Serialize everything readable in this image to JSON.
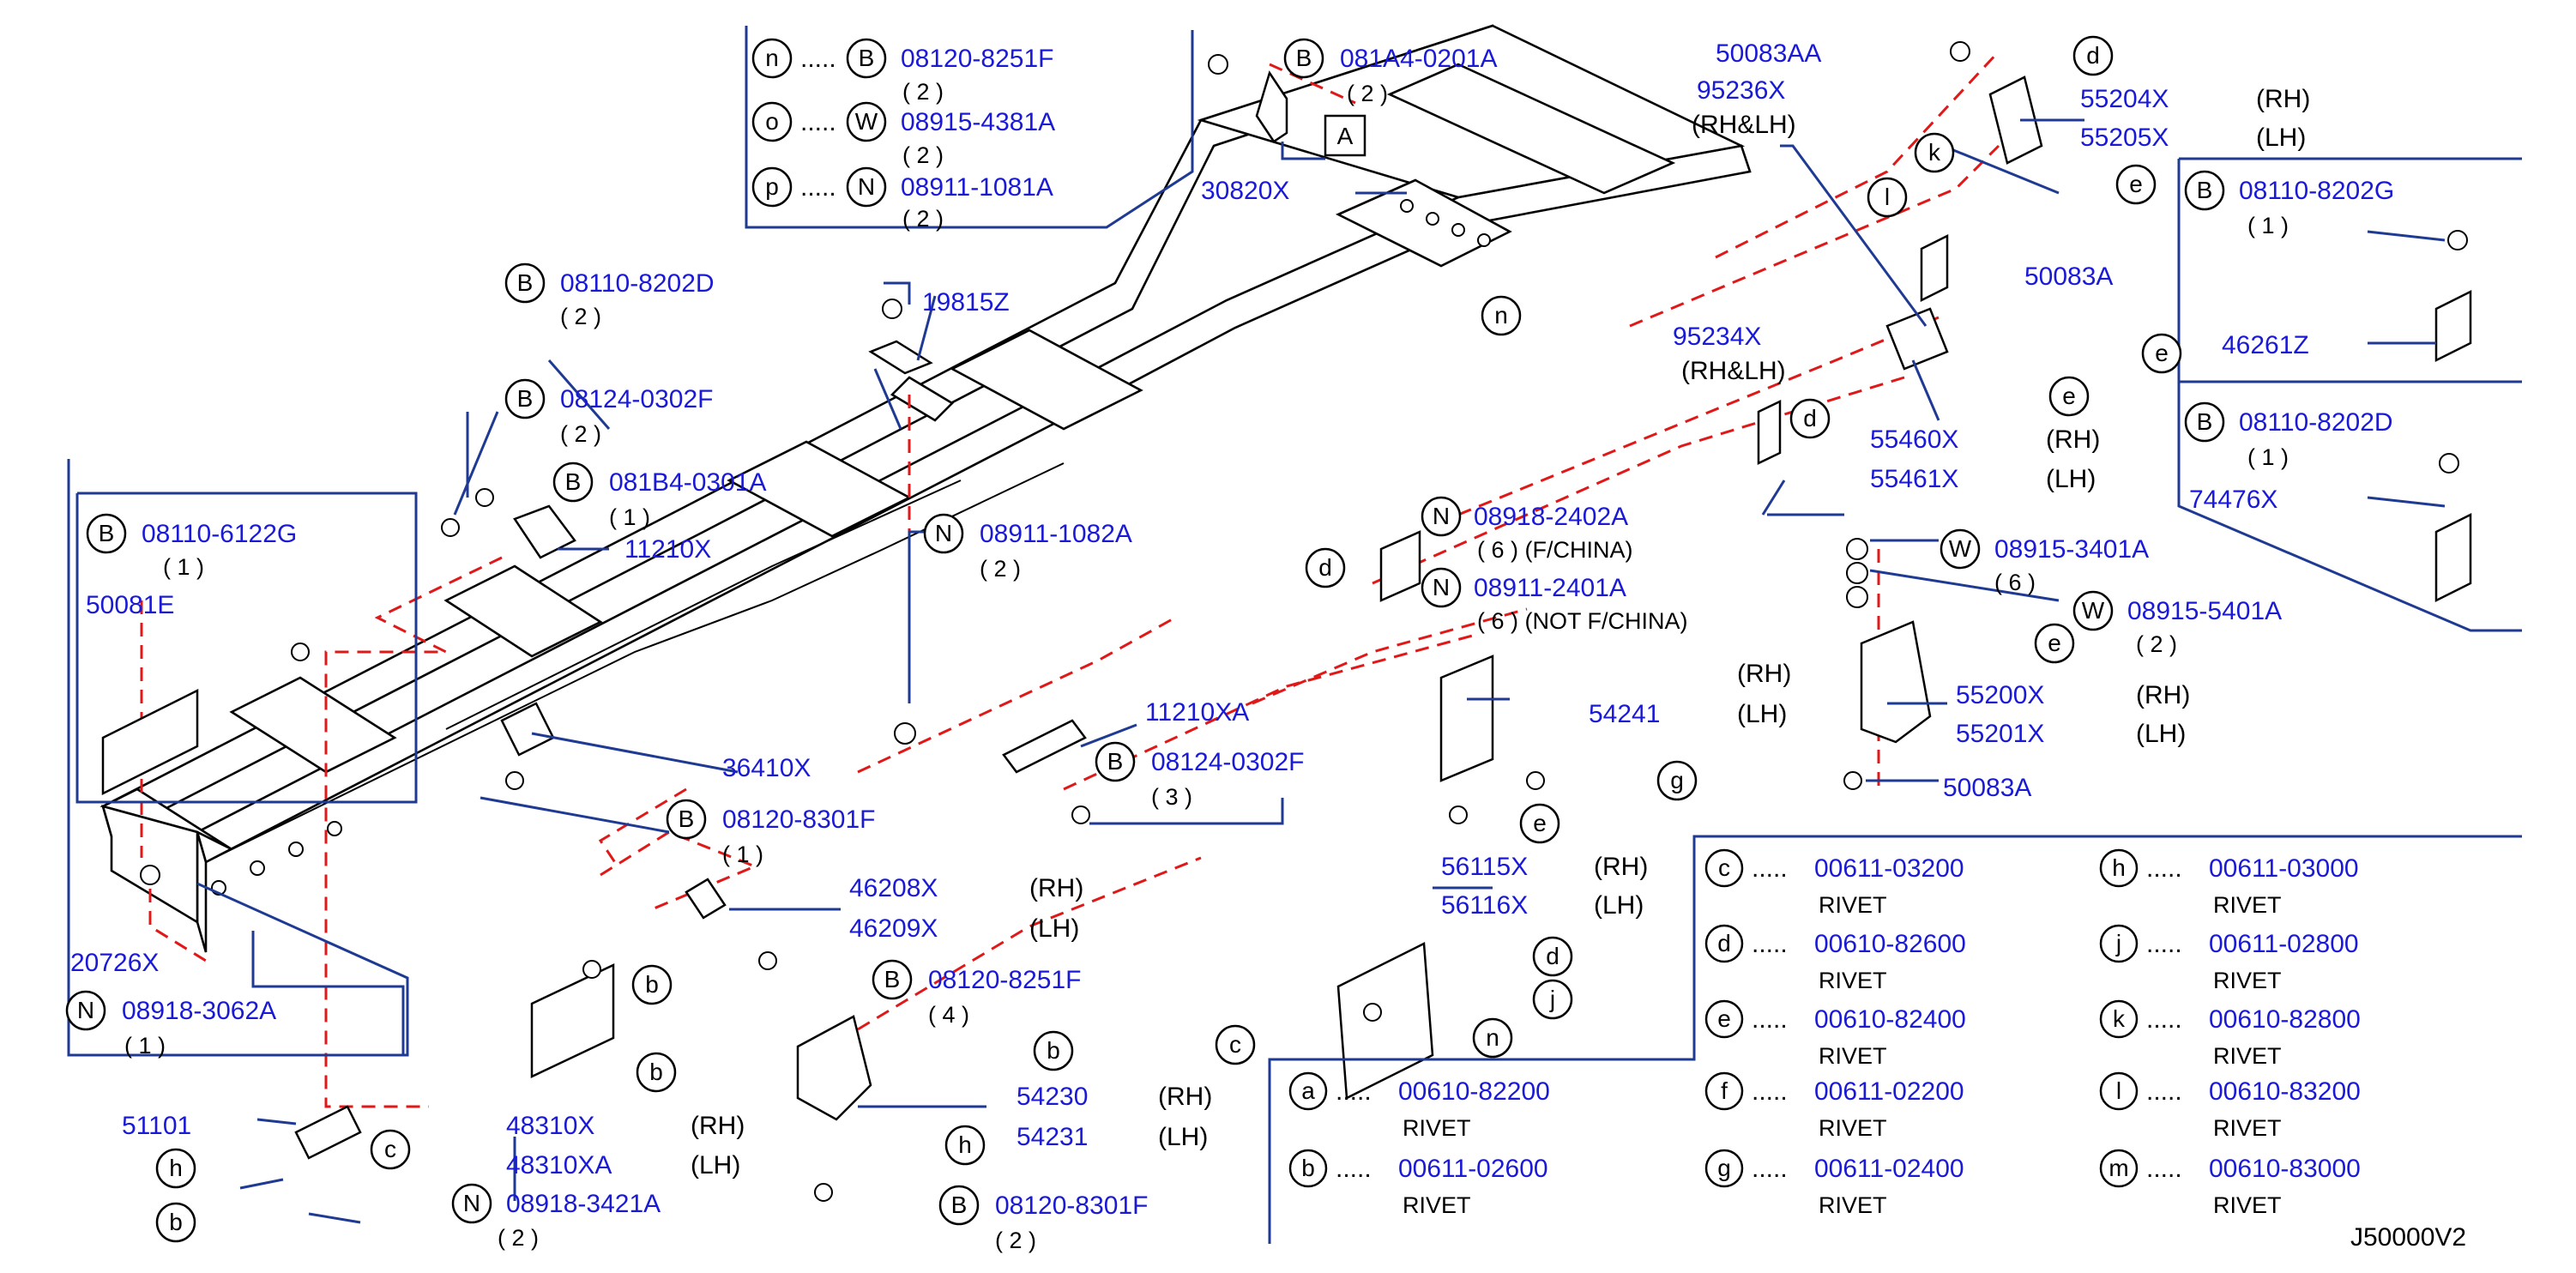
{
  "diagram_code": "J50000V2",
  "legend_top": [
    {
      "letter": "n",
      "prefix": "B",
      "part": "08120-8251F",
      "qty": "( 2 )"
    },
    {
      "letter": "o",
      "prefix": "W",
      "part": "08915-4381A",
      "qty": "( 2 )"
    },
    {
      "letter": "p",
      "prefix": "N",
      "part": "08911-1081A",
      "qty": "( 2 )"
    }
  ],
  "legend_rivets": [
    {
      "letter": "a",
      "part": "00610-82200",
      "desc": "RIVET"
    },
    {
      "letter": "b",
      "part": "00611-02600",
      "desc": "RIVET"
    },
    {
      "letter": "c",
      "part": "00611-03200",
      "desc": "RIVET"
    },
    {
      "letter": "d",
      "part": "00610-82600",
      "desc": "RIVET"
    },
    {
      "letter": "e",
      "part": "00610-82400",
      "desc": "RIVET"
    },
    {
      "letter": "f",
      "part": "00611-02200",
      "desc": "RIVET"
    },
    {
      "letter": "g",
      "part": "00611-02400",
      "desc": "RIVET"
    },
    {
      "letter": "h",
      "part": "00611-03000",
      "desc": "RIVET"
    },
    {
      "letter": "j",
      "part": "00611-02800",
      "desc": "RIVET"
    },
    {
      "letter": "k",
      "part": "00610-82800",
      "desc": "RIVET"
    },
    {
      "letter": "l",
      "part": "00610-83200",
      "desc": "RIVET"
    },
    {
      "letter": "m",
      "part": "00610-83000",
      "desc": "RIVET"
    }
  ],
  "detail_left": {
    "prefix": "B",
    "bolt": "08110-6122G",
    "bolt_qty": "( 1 )",
    "bracket": "50081E"
  },
  "detail_right_top": {
    "prefix": "B",
    "bolt": "08110-8202G",
    "bolt_qty": "( 1 )",
    "bracket": "46261Z"
  },
  "detail_right_bottom": {
    "prefix": "B",
    "bolt": "08110-8202D",
    "bolt_qty": "( 1 )",
    "bracket": "74476X"
  },
  "view_marker": "A",
  "labels": {
    "b_081A4": {
      "prefix": "B",
      "part": "081A4-0201A",
      "qty": "( 2 )"
    },
    "p30820": "30820X",
    "b_08110_8202D": {
      "prefix": "B",
      "part": "08110-8202D",
      "qty": "( 2 )"
    },
    "p19815": "19815Z",
    "b_08124_top": {
      "prefix": "B",
      "part": "08124-0302F",
      "qty": "( 2 )"
    },
    "b_081B4": {
      "prefix": "B",
      "part": "081B4-0301A",
      "qty": "( 1 )"
    },
    "p11210X": "11210X",
    "n_08911_1082A": {
      "prefix": "N",
      "part": "08911-1082A",
      "qty": "( 2 )"
    },
    "p11210XA": "11210XA",
    "b_08124_mid": {
      "prefix": "B",
      "part": "08124-0302F",
      "qty": "( 3 )"
    },
    "p36410": "36410X",
    "b_08120_8301F_mid": {
      "prefix": "B",
      "part": "08120-8301F",
      "qty": "( 1 )"
    },
    "p46208": "46208X",
    "p46208_side": "(RH)",
    "p46209": "46209X",
    "p46209_side": "(LH)",
    "b_08120_8251F": {
      "prefix": "B",
      "part": "08120-8251F",
      "qty": "( 4 )"
    },
    "p20726": "20726X",
    "n_08918_3062A": {
      "prefix": "N",
      "part": "08918-3062A",
      "qty": "( 1 )"
    },
    "p51101": "51101",
    "p48310X": "48310X",
    "p48310X_side": "(RH)",
    "p48310XA": "48310XA",
    "p48310XA_side": "(LH)",
    "n_08918_3421A": {
      "prefix": "N",
      "part": "08918-3421A",
      "qty": "( 2 )"
    },
    "p54230": "54230",
    "p54230_side": "(RH)",
    "p54231": "54231",
    "p54231_side": "(LH)",
    "b_08120_8301F_bot": {
      "prefix": "B",
      "part": "08120-8301F",
      "qty": "( 2 )"
    },
    "p56115": "56115X",
    "p56115_side": "(RH)",
    "p56116": "56116X",
    "p56116_side": "(LH)",
    "p54241": "54241",
    "p54241_side": "(LH)",
    "p54240_side": "(RH)",
    "n_08918_2402A": {
      "prefix": "N",
      "part": "08918-2402A",
      "qty": "( 6 ) (F/CHINA)"
    },
    "n_08911_2401A": {
      "prefix": "N",
      "part": "08911-2401A",
      "qty": "( 6 ) (NOT F/CHINA)"
    },
    "p50083AA": "50083AA",
    "p95236": "95236X",
    "p95236_side": "(RH&LH)",
    "p55204": "55204X",
    "p55204_side": "(RH)",
    "p55205": "55205X",
    "p55205_side": "(LH)",
    "p50083A_top": "50083A",
    "p95234": "95234X",
    "p95234_side": "(RH&LH)",
    "p55460": "55460X",
    "p55460_side": "(RH)",
    "p55461": "55461X",
    "p55461_side": "(LH)",
    "w_08915_3401A": {
      "prefix": "W",
      "part": "08915-3401A",
      "qty": "( 6 )"
    },
    "w_08915_5401A": {
      "prefix": "W",
      "part": "08915-5401A",
      "qty": "( 2 )"
    },
    "p55200": "55200X",
    "p55200_side": "(RH)",
    "p55201": "55201X",
    "p55201_side": "(LH)",
    "p50083A_bot": "50083A"
  },
  "callouts": [
    "a",
    "b",
    "c",
    "d",
    "e",
    "g",
    "h",
    "j",
    "k",
    "l",
    "n"
  ]
}
